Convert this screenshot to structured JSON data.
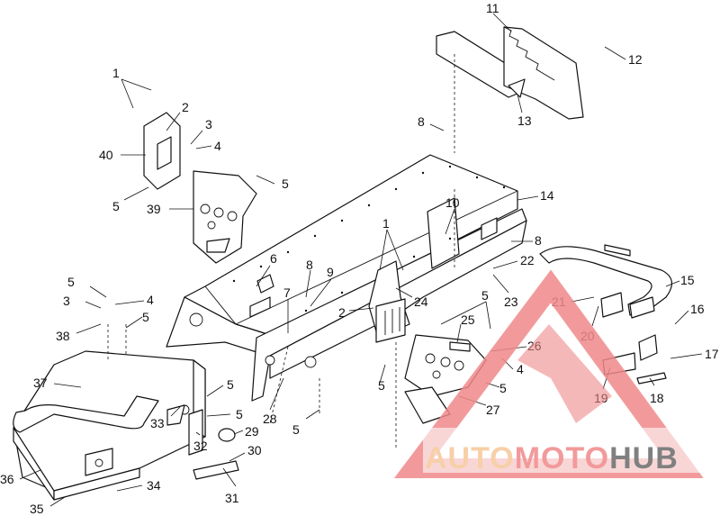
{
  "diagram": {
    "callouts": [
      "1",
      "2",
      "3",
      "4",
      "5",
      "6",
      "7",
      "8",
      "9",
      "10",
      "11",
      "12",
      "13",
      "14",
      "15",
      "16",
      "17",
      "18",
      "19",
      "20",
      "21",
      "22",
      "23",
      "24",
      "25",
      "26",
      "27",
      "28",
      "29",
      "30",
      "31",
      "32",
      "33",
      "34",
      "35",
      "36",
      "37",
      "38",
      "39",
      "40"
    ]
  },
  "watermark": {
    "part1": "AUTO",
    "part2": "MOTO",
    "part3": "HUB",
    "color_primary": "#f0898a",
    "color_secondary": "#f6c79a",
    "color_dark": "#6b6b6b"
  }
}
